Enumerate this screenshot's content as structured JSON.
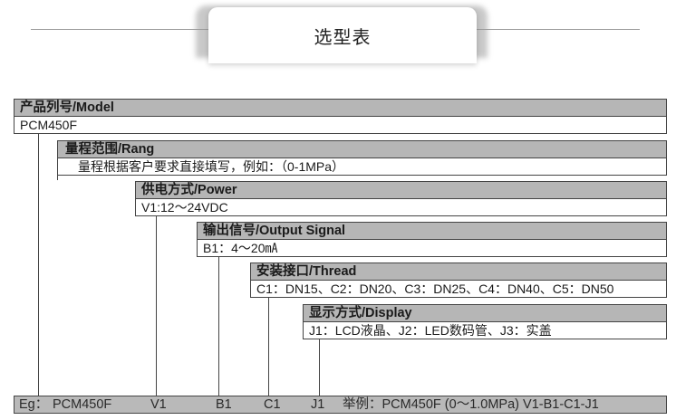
{
  "title": "选型表",
  "sections": [
    {
      "header": "产品列号/Model",
      "value": "PCM450F"
    },
    {
      "header": "量程范围/Rang",
      "value": "量程根据客户要求直接填写，例如：（0-1MPa）"
    },
    {
      "header": "供电方式/Power",
      "value": "V1:12～24VDC"
    },
    {
      "header": "输出信号/Output Signal",
      "value": "B1：4～20㎃"
    },
    {
      "header": "安装接口/Thread",
      "value": "C1：DN15、C2：DN20、C3：DN25、C4：DN40、C5：DN50"
    },
    {
      "header": "显示方式/Display",
      "value": "J1：LCD液晶、J2：LED数码管、J3：实盖"
    }
  ],
  "example": {
    "prefix": "Eg：",
    "model": "PCM450F",
    "power": "V1",
    "output": "B1",
    "thread": "C1",
    "display": "J1",
    "full": "举例：PCM450F (0～1.0MPa) V1-B1-C1-J1"
  }
}
